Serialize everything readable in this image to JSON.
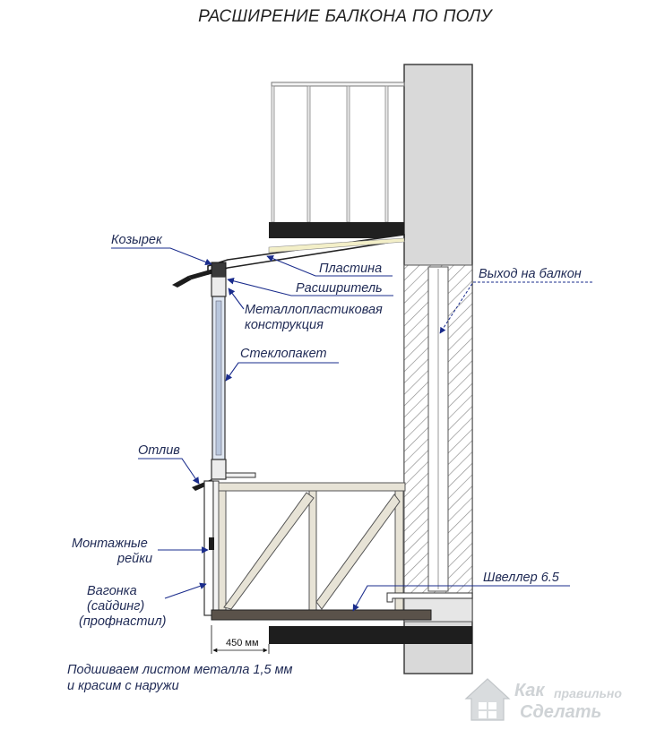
{
  "title": "РАСШИРЕНИЕ БАЛКОНА ПО ПОЛУ",
  "labels": {
    "kozyrek": "Козырек",
    "plastina": "Пластина",
    "rasshiritel": "Расширитель",
    "metal_line1": "Металлопластиковая",
    "metal_line2": "конструкция",
    "steklopaket": "Стеклопакет",
    "vyhod": "Выход на балкон",
    "otliv": "Отлив",
    "montazh_line1": "Монтажные",
    "montazh_line2": "рейки",
    "vagonka_line1": "Вагонка",
    "vagonka_line2": "(сайдинг)",
    "vagonka_line3": "(профнастил)",
    "shveller": "Швеллер 6.5",
    "podshiv_line1": "Подшиваем листом металла 1,5 мм",
    "podshiv_line2": "и красим с наружи"
  },
  "dimension": "450 мм",
  "watermark": {
    "word1": "Как",
    "word2": "правильно",
    "word3": "Сделать"
  }
}
